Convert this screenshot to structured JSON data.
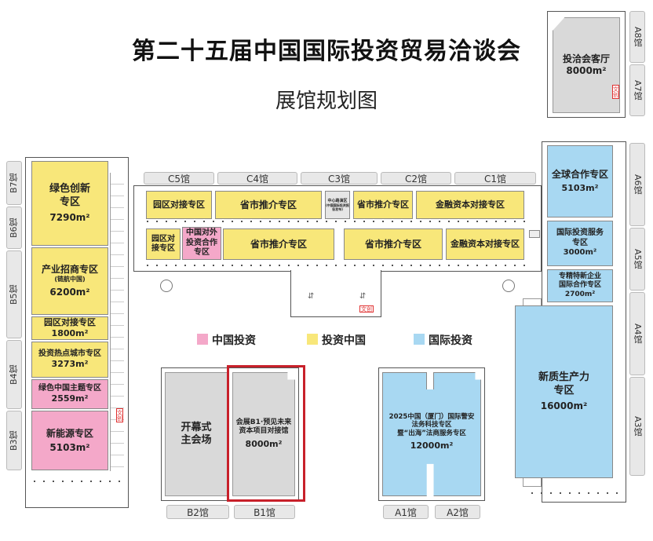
{
  "title": "第二十五届中国国际投资贸易洽谈会",
  "subtitle": "展馆规划图",
  "legend": [
    {
      "label": "中国投资",
      "color": "#f4a8c9"
    },
    {
      "label": "投资中国",
      "color": "#f8e77a"
    },
    {
      "label": "国际投资",
      "color": "#a8d8f2"
    }
  ],
  "colors": {
    "china_invest": "#f4a8c9",
    "invest_china": "#f8e77a",
    "international": "#a8d8f2",
    "highlight": "#c8202a"
  },
  "halls": {
    "b7": "B7馆",
    "b6": "B6馆",
    "b5": "B5馆",
    "b4": "B4馆",
    "b3": "B3馆",
    "c5": "C5馆",
    "c4": "C4馆",
    "c3": "C3馆",
    "c2": "C2馆",
    "c1": "C1馆",
    "a8": "A8馆",
    "a7": "A7馆",
    "a6": "A6馆",
    "a5": "A5馆",
    "a4": "A4馆",
    "a3": "A3馆",
    "b2": "B2馆",
    "b1": "B1馆",
    "a1": "A1馆",
    "a2": "A2馆"
  },
  "zones": {
    "green_innovation": {
      "name": "绿色创新\n专区",
      "area": "7290m²"
    },
    "industry_recruit": {
      "name": "产业招商专区",
      "note": "(链航中国)",
      "area": "6200m²"
    },
    "park_docking_b": {
      "name": "园区对接专区",
      "area": "1800m²"
    },
    "hot_city": {
      "name": "投资热点城市专区",
      "area": "3273m²"
    },
    "green_china": {
      "name": "绿色中国主题专区",
      "area": "2559m²"
    },
    "new_energy": {
      "name": "新能源专区",
      "area": "5103m²"
    },
    "c_park_docking_1": {
      "name": "园区对接专区"
    },
    "c_province_1": {
      "name": "省市推介专区"
    },
    "c_center": {
      "name": "中心路演区",
      "note": "(中国国际投资报告发布)"
    },
    "c_province_2": {
      "name": "省市推介专区"
    },
    "c_finance_1": {
      "name": "金融资本对接专区"
    },
    "c_park_docking_2": {
      "name": "园区对\n接专区"
    },
    "c_china_outbound": {
      "name": "中国对外\n投资合作\n专区"
    },
    "c_province_3": {
      "name": "省市推介专区"
    },
    "c_province_4": {
      "name": "省市推介专区"
    },
    "c_finance_2": {
      "name": "金融资本对接专区"
    },
    "opening": {
      "name": "开幕式\n主会场"
    },
    "b1_meeting": {
      "name": "会展B1·预见未来\n资本项目对接馆",
      "area": "8000m²"
    },
    "xiamen": {
      "name": "2025中国（厦门）国际警安\n法务科技专区\n暨“出海”法商服务专区",
      "area": "12000m²"
    },
    "vip_room": {
      "name": "投洽会客厅",
      "area": "8000m²"
    },
    "global_coop": {
      "name": "全球合作专区",
      "area": "5103m²"
    },
    "intl_service": {
      "name": "国际投资服务\n专区",
      "area": "3000m²"
    },
    "specialized": {
      "name": "专精特新企业\n国际合作专区",
      "area": "2700m²"
    },
    "new_productivity": {
      "name": "新质生产力\n专区",
      "area": "16000m²"
    }
  },
  "markers": {
    "exit": "文创"
  }
}
